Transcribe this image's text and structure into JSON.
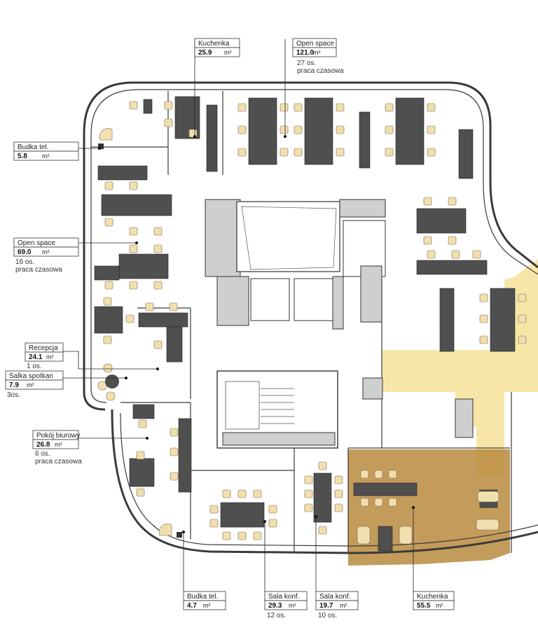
{
  "unit": "m²",
  "rooms": [
    {
      "id": "kuchenka-1",
      "name": "Kuchenka",
      "area": "25.9",
      "notes": []
    },
    {
      "id": "open-space-1",
      "name": "Open space",
      "area": "121.0",
      "notes": [
        "27 os.",
        "praca czasowa"
      ]
    },
    {
      "id": "budka-1",
      "name": "Budka tel.",
      "area": "5.8",
      "notes": []
    },
    {
      "id": "open-space-2",
      "name": "Open space",
      "area": "69.0",
      "notes": [
        "16 os.",
        "praca czasowa"
      ]
    },
    {
      "id": "recepcja",
      "name": "Recepcja",
      "area": "24.1",
      "notes": [
        "1 os."
      ]
    },
    {
      "id": "salka",
      "name": "Salka spotkan",
      "area": "7.9",
      "notes": [
        "3os."
      ]
    },
    {
      "id": "pokoj",
      "name": "Pokój biurowy",
      "area": "26.8",
      "notes": [
        "6 os.",
        "praca czasowa"
      ]
    },
    {
      "id": "budka-2",
      "name": "Budka tel.",
      "area": "4.7",
      "notes": []
    },
    {
      "id": "sala-1",
      "name": "Sala konf.",
      "area": "29.3",
      "notes": [
        "12 os."
      ]
    },
    {
      "id": "sala-2",
      "name": "Sala konf.",
      "area": "19.7",
      "notes": [
        "10 os."
      ]
    },
    {
      "id": "kuchenka-2",
      "name": "Kuchenka",
      "area": "55.5",
      "notes": []
    }
  ],
  "colors": {
    "highlight_yellow": "#f7e3a0",
    "highlight_brown": "#b88a3e",
    "desk": "#4f4f4f",
    "chair": "#f1dfb0"
  }
}
